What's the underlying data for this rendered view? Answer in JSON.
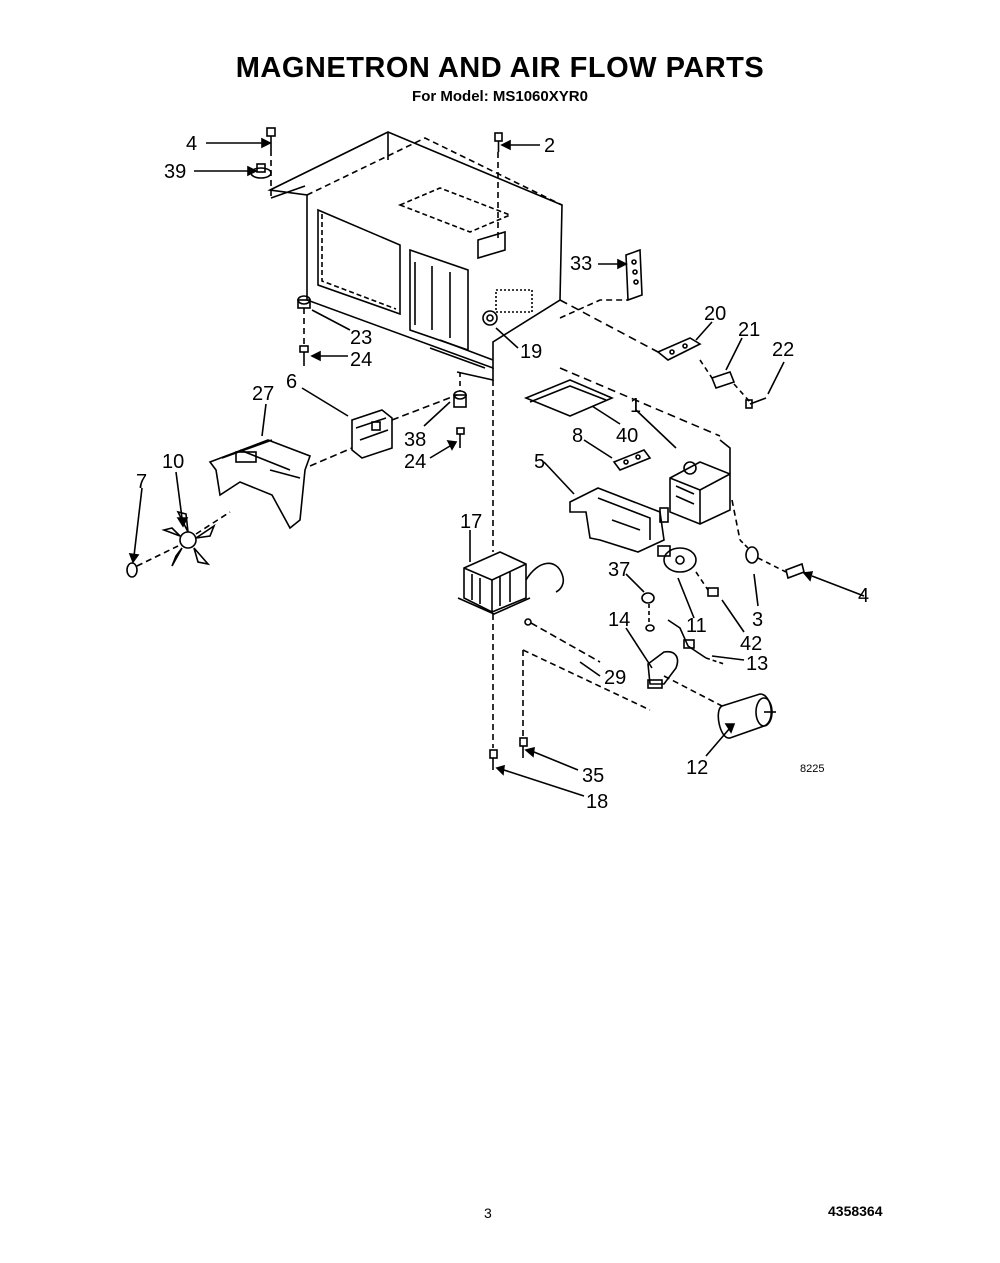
{
  "title": "MAGNETRON AND AIR FLOW PARTS",
  "subtitle": "For Model: MS1060XYR0",
  "diagram_code": "8225",
  "page_number": "3",
  "document_number": "4358364",
  "callouts": {
    "c1": "1",
    "c2": "2",
    "c3": "3",
    "c4a": "4",
    "c4b": "4",
    "c5": "5",
    "c6": "6",
    "c7": "7",
    "c8": "8",
    "c10": "10",
    "c11": "11",
    "c12": "12",
    "c13": "13",
    "c14": "14",
    "c17": "17",
    "c18": "18",
    "c19": "19",
    "c20": "20",
    "c21": "21",
    "c22": "22",
    "c23": "23",
    "c24a": "24",
    "c24b": "24",
    "c27": "27",
    "c29": "29",
    "c33": "33",
    "c35": "35",
    "c37": "37",
    "c38": "38",
    "c39": "39",
    "c40": "40",
    "c42": "42"
  }
}
